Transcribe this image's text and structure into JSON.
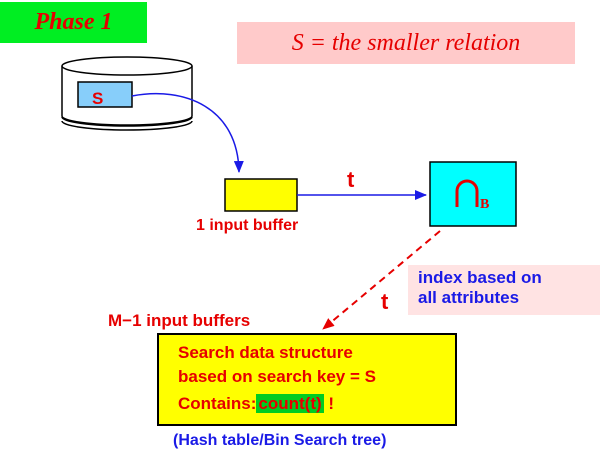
{
  "phase": {
    "label": "Phase 1",
    "bg_color": "#00ee22"
  },
  "relation_note": {
    "label": "S = the smaller relation",
    "bg_color": "#ffcaca"
  },
  "disk": {
    "relation_label": "S"
  },
  "input_buffer": {
    "label": "1 input buffer",
    "color": "#ffff00"
  },
  "flow": {
    "tuple_label_1": "t",
    "tuple_label_2": "t"
  },
  "operator": {
    "subscript": "B",
    "bg_color": "#00ffff"
  },
  "index_note": {
    "line1": "index based on",
    "line2": "all attributes"
  },
  "m_buffers": {
    "label": "M−1 input buffers"
  },
  "search_box": {
    "line1": "Search data structure",
    "line2": "based on search key = S",
    "line3_prefix": "Contains:",
    "line3_highlight": "count(t)",
    "line3_suffix": " !"
  },
  "structure_note": {
    "label": "(Hash table/Bin Search tree)"
  }
}
